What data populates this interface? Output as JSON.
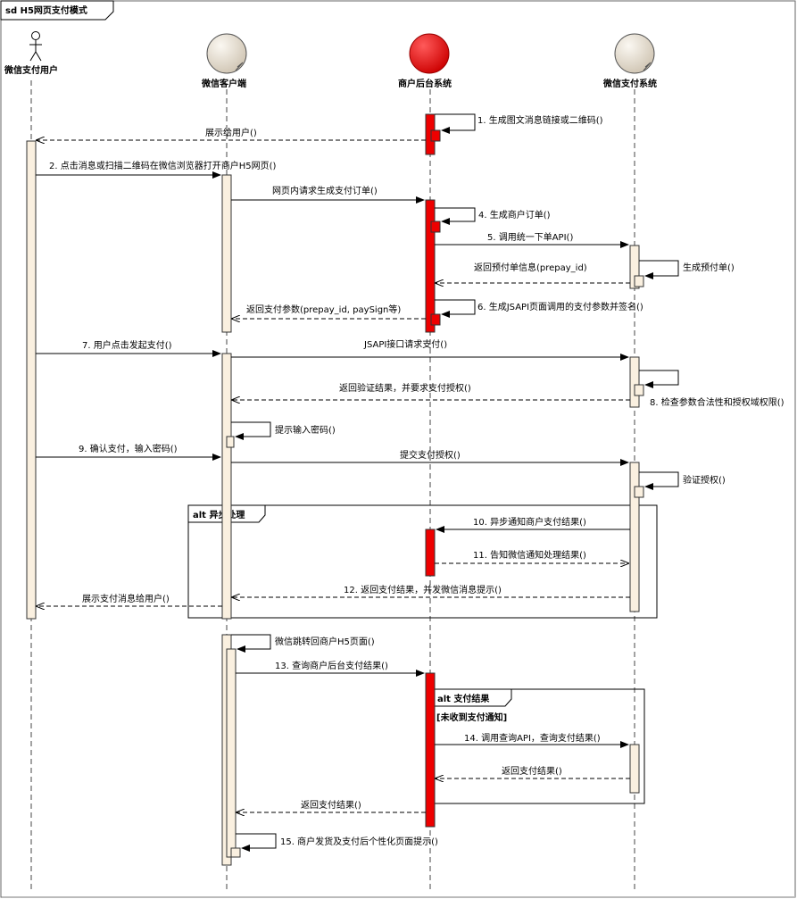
{
  "frame_title": "sd H5网页支付模式",
  "participants": [
    {
      "id": "user",
      "name": "微信支付用户",
      "kind": "actor"
    },
    {
      "id": "client",
      "name": "微信客户端",
      "kind": "entity"
    },
    {
      "id": "merchant",
      "name": "商户后台系统",
      "kind": "entity-red"
    },
    {
      "id": "wxpay",
      "name": "微信支付系统",
      "kind": "entity"
    }
  ],
  "messages": [
    {
      "n": "1",
      "label": "1. 生成图文消息链接或二维码()"
    },
    {
      "n": "r0",
      "label": "展示给用户()"
    },
    {
      "n": "2",
      "label": "2. 点击消息或扫描二维码在微信浏览器打开商户H5网页()"
    },
    {
      "n": "3",
      "label": "网页内请求生成支付订单()"
    },
    {
      "n": "4",
      "label": "4. 生成商户订单()"
    },
    {
      "n": "5",
      "label": "5. 调用统一下单API()"
    },
    {
      "n": "r1",
      "label": "返回预付单信息(prepay_id)"
    },
    {
      "n": "s1",
      "label": "生成预付单()"
    },
    {
      "n": "6",
      "label": "6. 生成JSAPI页面调用的支付参数并签名()"
    },
    {
      "n": "r2",
      "label": "返回支付参数(prepay_id, paySign等)"
    },
    {
      "n": "7",
      "label": "7. 用户点击发起支付()"
    },
    {
      "n": "j",
      "label": "JSAPI接口请求支付()"
    },
    {
      "n": "r3",
      "label": "返回验证结果，并要求支付授权()"
    },
    {
      "n": "8",
      "label": "8. 检查参数合法性和授权域权限()"
    },
    {
      "n": "p",
      "label": "提示输入密码()"
    },
    {
      "n": "9",
      "label": "9. 确认支付，输入密码()"
    },
    {
      "n": "sub",
      "label": "提交支付授权()"
    },
    {
      "n": "v",
      "label": "验证授权()"
    },
    {
      "n": "10",
      "label": "10. 异步通知商户支付结果()"
    },
    {
      "n": "11",
      "label": "11. 告知微信通知处理结果()"
    },
    {
      "n": "12",
      "label": "12. 返回支付结果，并发微信消息提示()"
    },
    {
      "n": "r4",
      "label": "展示支付消息给用户()"
    },
    {
      "n": "jump",
      "label": "微信跳转回商户H5页面()"
    },
    {
      "n": "13",
      "label": "13. 查询商户后台支付结果()"
    },
    {
      "n": "14",
      "label": "14. 调用查询API，查询支付结果()"
    },
    {
      "n": "r5",
      "label": "返回支付结果()"
    },
    {
      "n": "r6",
      "label": "返回支付结果()"
    },
    {
      "n": "15",
      "label": "15. 商户发货及支付后个性化页面提示()"
    }
  ],
  "fragments": [
    {
      "id": "alt1",
      "title": "alt 异步处理",
      "guard": ""
    },
    {
      "id": "alt2",
      "title": "alt 支付结果",
      "guard": "[未收到支付通知]"
    }
  ],
  "colors": {
    "activation_fill": "#faf0e0",
    "merchant_activation_fill": "#ee0000",
    "merchant_head": "#ee0000",
    "entity_head": "#efe9e0"
  }
}
